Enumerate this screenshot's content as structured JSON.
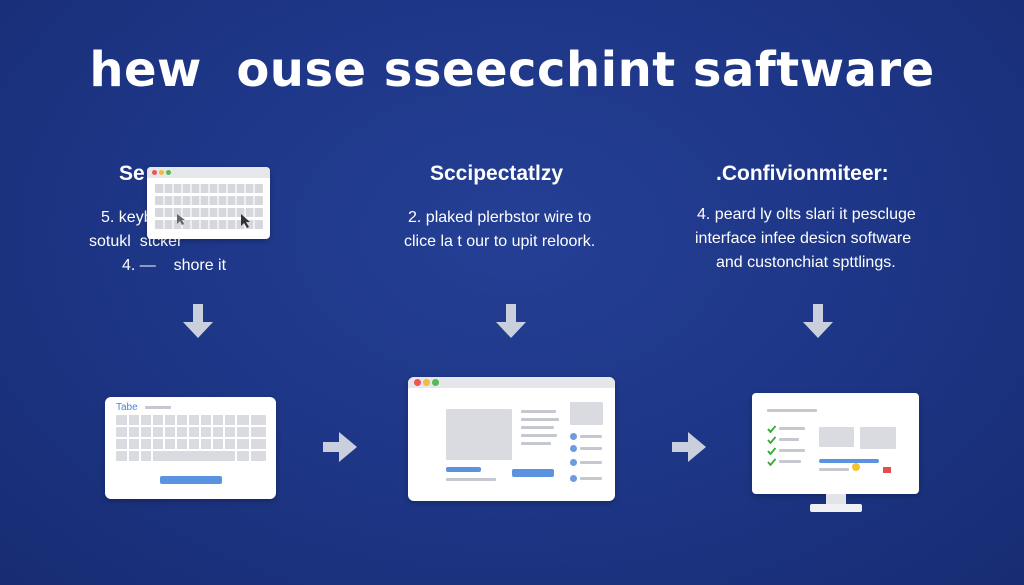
{
  "title": "hew  ouse sseecchint saftware",
  "columns": [
    {
      "heading": "Se",
      "lines": [
        "5. keyboard",
        "sotukl  stcker",
        "4. —    shore it"
      ]
    },
    {
      "heading": "Sccipectatlzy",
      "lines": [
        "2. plaked plerbstor wire to",
        "clice la t our to upit reloork."
      ]
    },
    {
      "heading": ".Confivionmiteer:",
      "lines": [
        "4. peard ly olts slari it pescluge",
        "interface infee desicn software",
        "and custonchiat spttlings."
      ]
    }
  ],
  "keyboard_card": {
    "label": "Tabe"
  },
  "colors": {
    "background": "#1d3585",
    "accent": "#5b93e0",
    "arrow": "#c9cfdc"
  },
  "icons": [
    "arrow-down-icon",
    "arrow-right-icon",
    "check-icon",
    "bulb-icon"
  ]
}
